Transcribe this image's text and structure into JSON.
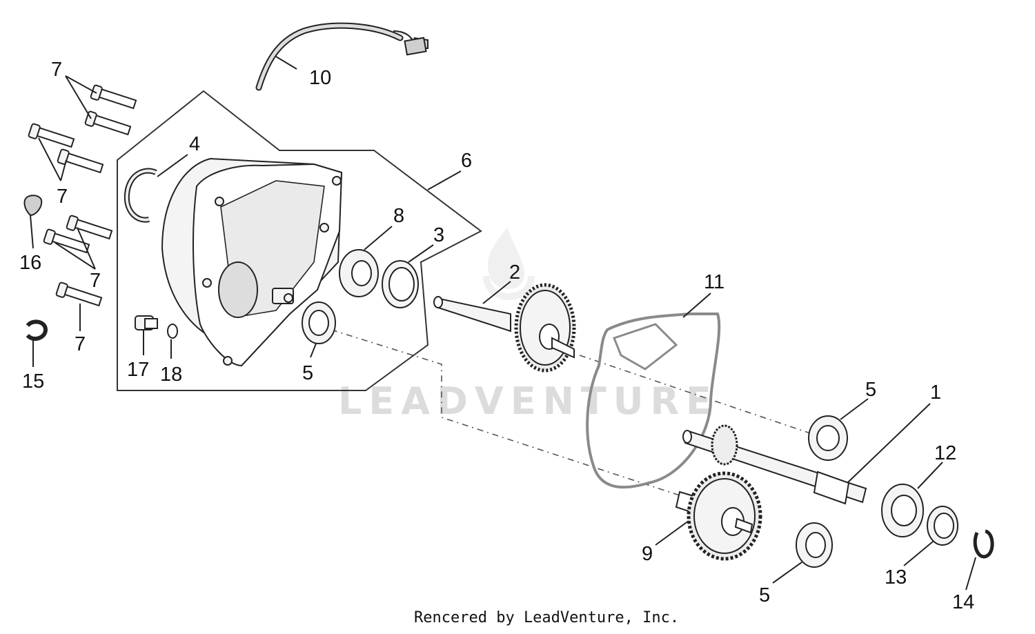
{
  "credit": "Rencered by LeadVenture, Inc.",
  "watermark": "LEADVENTURE",
  "callouts": {
    "c1": "1",
    "c2": "2",
    "c3": "3",
    "c4": "4",
    "c5a": "5",
    "c5b": "5",
    "c5c": "5",
    "c6": "6",
    "c7a": "7",
    "c7b": "7",
    "c7c": "7",
    "c7d": "7",
    "c8": "8",
    "c9": "9",
    "c10": "10",
    "c11": "11",
    "c12": "12",
    "c13": "13",
    "c14": "14",
    "c15": "15",
    "c16": "16",
    "c17": "17",
    "c18": "18"
  },
  "icons": {
    "watermark": "flame-logo",
    "parts": [
      "screw",
      "circlip",
      "cover",
      "bearing",
      "oil-seal",
      "gear-shaft",
      "gasket",
      "cable",
      "washer",
      "plug"
    ]
  }
}
